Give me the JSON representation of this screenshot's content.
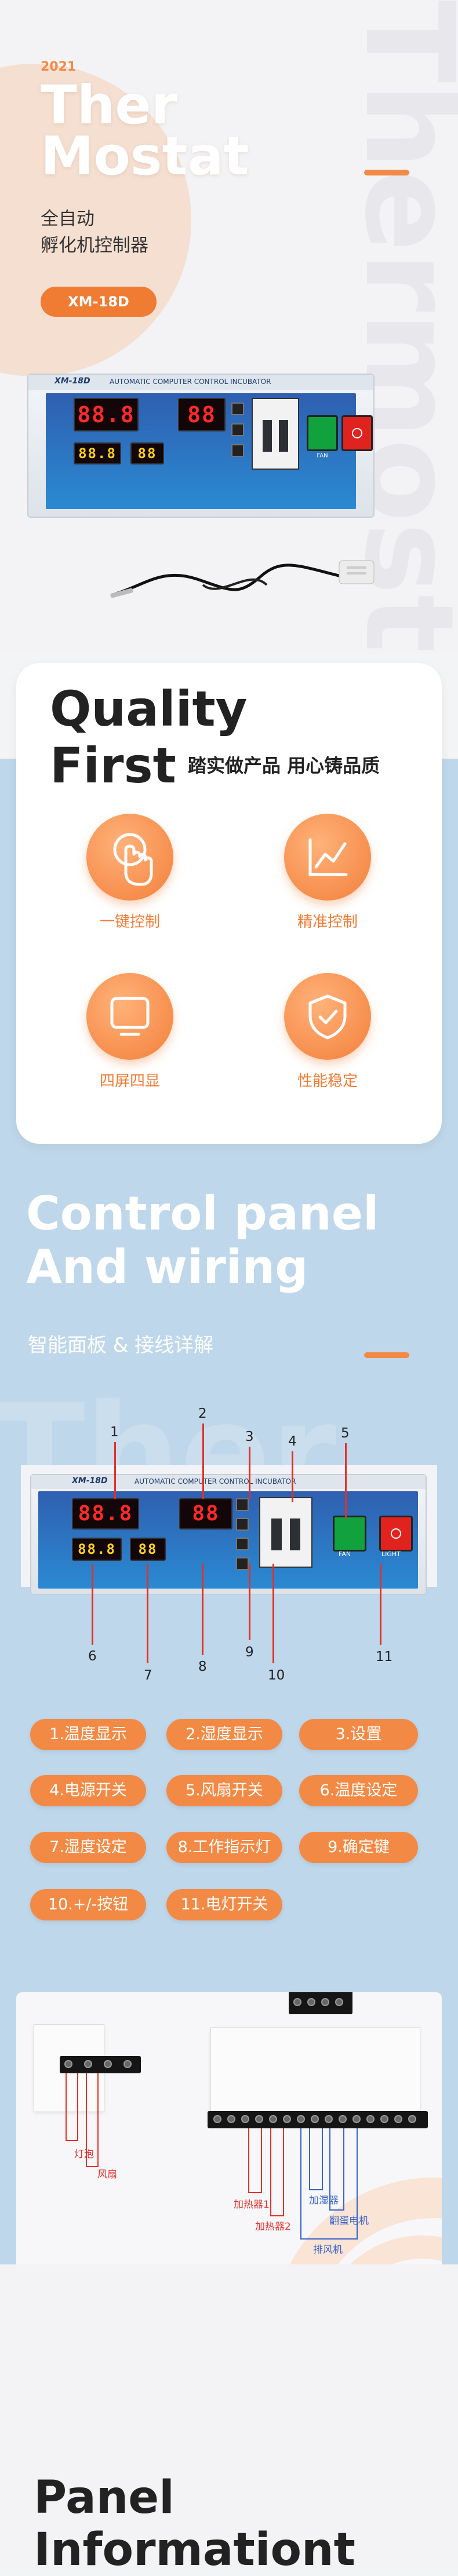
{
  "hero": {
    "year": "2021",
    "title_line1": "Ther",
    "title_line2": "Mostat",
    "bg_word": "Thermostat",
    "subtitle_line1": "全自动",
    "subtitle_line2": "孵化机控制器",
    "model_badge": "XM-18D"
  },
  "device": {
    "brand": "XM-18D",
    "banner": "AUTOMATIC COMPUTER CONTROL INCUBATOR",
    "display_temp": "88.8",
    "display_humidity": "88",
    "display_set_temp": "88.8",
    "display_set_hum": "88",
    "fan_label": "FAN",
    "light_label": "LIGHT"
  },
  "quality": {
    "title_line1": "Quality",
    "title_line2": "First",
    "slogan": "踏实做产品 用心铸品质",
    "features": [
      {
        "icon": "touch-icon",
        "label": "一键控制"
      },
      {
        "icon": "trend-chart-icon",
        "label": "精准控制"
      },
      {
        "icon": "monitor-icon",
        "label": "四屏四显"
      },
      {
        "icon": "shield-check-icon",
        "label": "性能稳定"
      }
    ]
  },
  "control": {
    "title_line1": "Control panel",
    "title_line2": "And wiring",
    "subtitle": "智能面板 & 接线详解",
    "bg_word": "Ther",
    "numbers": [
      "1",
      "2",
      "3",
      "4",
      "5",
      "6",
      "7",
      "8",
      "9",
      "10",
      "11"
    ],
    "tags": [
      "1.温度显示",
      "2.湿度显示",
      "3.设置",
      "4.电源开关",
      "5.风扇开关",
      "6.温度设定",
      "7.湿度设定",
      "8.工作指示灯",
      "9.确定键",
      "10.+/-按钮",
      "11.电灯开关"
    ]
  },
  "wiring": {
    "left_labels": [
      "灯泡",
      "风扇"
    ],
    "right_labels": [
      "加热器1",
      "加热器2",
      "加湿器",
      "翻蛋电机",
      "排风机"
    ]
  },
  "panel_info": {
    "title_line1": "Panel",
    "title_line2": "Informationt"
  },
  "colors": {
    "accent": "#f28a45",
    "blue_bg": "#bfd7ea",
    "display_red": "#ff2a2a",
    "display_yellow": "#ffd21a"
  }
}
